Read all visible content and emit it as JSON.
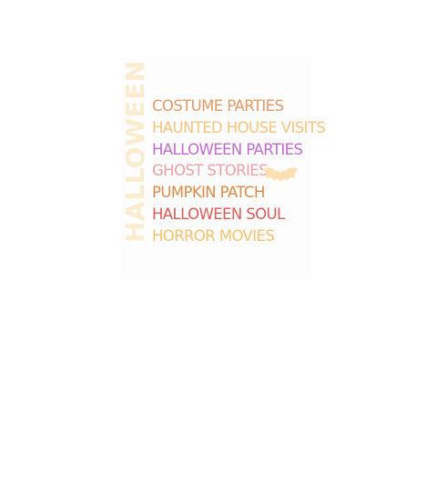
{
  "side_word": {
    "text": "HALLOWEEN",
    "color": "#fbe8c8"
  },
  "items": [
    {
      "text": "COSTUME PARTIES",
      "color": "#e49a66"
    },
    {
      "text": "HAUNTED HOUSE VISITS",
      "color": "#f7c47e"
    },
    {
      "text": "HALLOWEEN PARTIES",
      "color": "#c46bcf"
    },
    {
      "text": "GHOST STORIES",
      "color": "#eea0a6"
    },
    {
      "text": "PUMPKIN PATCH",
      "color": "#e08a48"
    },
    {
      "text": "HALLOWEEN SOUL",
      "color": "#de5a55"
    },
    {
      "text": "HORROR MOVIES",
      "color": "#f6c26f"
    }
  ],
  "bat": {
    "icon": "bat-icon",
    "color": "#fce0b2"
  }
}
